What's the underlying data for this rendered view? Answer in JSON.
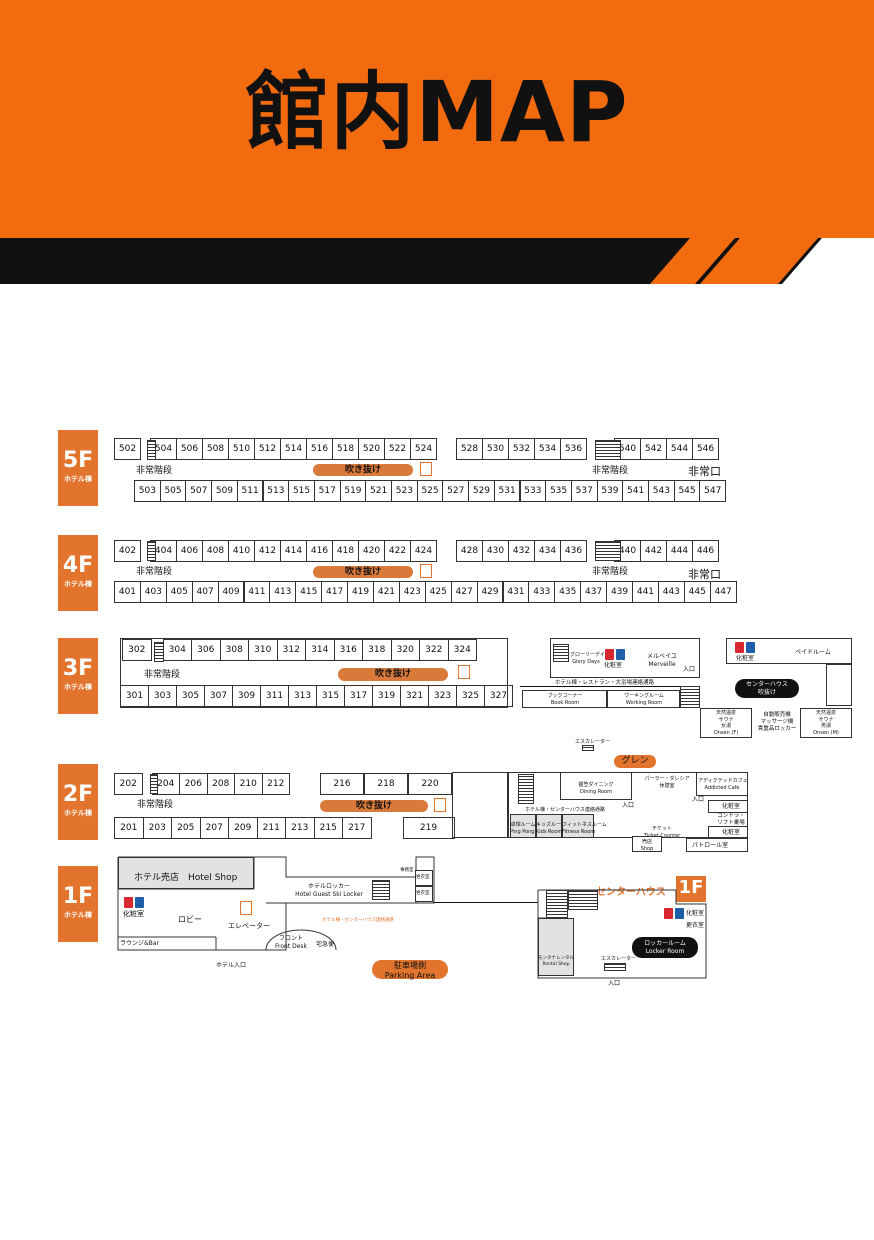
{
  "title": "館内MAP",
  "colors": {
    "accent": "#f26b0f",
    "badge": "#e2742d",
    "dark": "#111111"
  },
  "floors": {
    "f5": {
      "badge": "5F",
      "badge_sub": "ホテル棟",
      "top_rooms": [
        "502",
        "504",
        "506",
        "508",
        "510",
        "512",
        "514",
        "516",
        "518",
        "520",
        "522",
        "524",
        "528",
        "530",
        "532",
        "534",
        "536",
        "540",
        "542",
        "544",
        "546"
      ],
      "bottom_rooms": [
        "503",
        "505",
        "507",
        "509",
        "511",
        "513",
        "515",
        "517",
        "519",
        "521",
        "523",
        "525",
        "527",
        "529",
        "531",
        "533",
        "535",
        "537",
        "539",
        "541",
        "543",
        "545",
        "547"
      ],
      "emergency_stairs": "非常階段",
      "atrium": "吹き抜け",
      "emergency_stairs_2": "非常階段",
      "emergency_exit": "非常口"
    },
    "f4": {
      "badge": "4F",
      "badge_sub": "ホテル棟",
      "top_rooms": [
        "402",
        "404",
        "406",
        "408",
        "410",
        "412",
        "414",
        "416",
        "418",
        "420",
        "422",
        "424",
        "428",
        "430",
        "432",
        "434",
        "436",
        "440",
        "442",
        "444",
        "446"
      ],
      "bottom_rooms": [
        "401",
        "403",
        "405",
        "407",
        "409",
        "411",
        "413",
        "415",
        "417",
        "419",
        "421",
        "423",
        "425",
        "427",
        "429",
        "431",
        "433",
        "435",
        "437",
        "439",
        "441",
        "443",
        "445",
        "447"
      ],
      "emergency_stairs": "非常階段",
      "atrium": "吹き抜け",
      "emergency_stairs_2": "非常階段",
      "emergency_exit": "非常口"
    },
    "f3": {
      "badge": "3F",
      "badge_sub": "ホテル棟",
      "top_rooms": [
        "302",
        "304",
        "306",
        "308",
        "310",
        "312",
        "314",
        "316",
        "318",
        "320",
        "322",
        "324"
      ],
      "bottom_rooms": [
        "301",
        "303",
        "305",
        "307",
        "309",
        "311",
        "313",
        "315",
        "317",
        "319",
        "321",
        "323",
        "325",
        "327"
      ],
      "emergency_stairs": "非常階段",
      "atrium": "吹き抜け",
      "glory_days": "グローリーデイズ\nGlory Days",
      "powder_room": "化粧室",
      "merveille": "メルベイユ\nMerveille",
      "entrance": "入口",
      "powder_room_2": "化粧室",
      "paid_room": "ペイドルーム",
      "corridor": "ホテル棟・レストラン・大浴場連絡通路",
      "book_room": "ブックコーナー\nBook Room",
      "working_room": "ワーキングルーム\nWorking Room",
      "center_house_void": "センターハウス\n吹抜け",
      "onsen_f": "天然温泉\nサウナ\n女湯\nOnsen (F)",
      "massage": "自動販売機\nマッサージ機\n貴重品ロッカー",
      "onsen_m": "天然温泉\nサウナ\n男湯\nOnsen (M)",
      "escalator": "エスカレーター"
    },
    "f2": {
      "badge": "2F",
      "badge_sub": "ホテル棟",
      "top_rooms": [
        "202",
        "204",
        "206",
        "208",
        "210",
        "212",
        "216",
        "218",
        "220"
      ],
      "bottom_rooms": [
        "201",
        "203",
        "205",
        "207",
        "209",
        "211",
        "213",
        "215",
        "217",
        "219"
      ],
      "emergency_stairs": "非常階段",
      "atrium": "吹き抜け",
      "glen": "グレン",
      "dining": "握笠ダイニング\nDining Room",
      "parlor": "パーラー・ダレシア\n休憩室",
      "cafe": "アディクテッドカフェ\nAddicted Cafe",
      "entrance": "入口",
      "entrance_2": "入口",
      "ping_pong": "卓球ルーム\nPing Pong Room",
      "kids_room": "キッズルーム\nKids Room",
      "fitness": "フィットネスルーム\nFitness Room",
      "shop": "売店\nShop",
      "ticket": "チケット\nTicket Counter",
      "gondola": "ゴンドラ・\nリフト乗場",
      "patrol": "パトロール室",
      "powder_room": "化粧室",
      "powder_room_2": "化粧室",
      "corridor": "ホテル棟・センターハウス連絡通路"
    },
    "f1": {
      "badge": "1F",
      "badge_sub": "ホテル棟",
      "hotel_shop": "ホテル売店　Hotel Shop",
      "powder_room": "化粧室",
      "lobby": "ロビー",
      "elevator": "エレベーター",
      "lounge": "ラウンジ&Bar",
      "hotel_entrance": "ホテル入口",
      "front": "フロント\nFront Desk",
      "delivery": "宅急便",
      "ski_locker": "ホテルロッカー\nHotel Guest Ski Locker",
      "corridor": "ホテル棟・センターハウス連絡通路",
      "parking": "駐車場側\nParking Area",
      "center_house": "センターハウス",
      "center_badge": "1F",
      "changing_room": "更衣室",
      "powder_room_2": "化粧室",
      "locker_room": "ロッカールーム\nLocker Room",
      "rental": "モンタナレンタル\nRental Shop",
      "escalator": "エスカレーター",
      "entrance": "入口",
      "dressing_1": "更衣室",
      "dressing_2": "更衣室",
      "office": "事務室"
    }
  }
}
